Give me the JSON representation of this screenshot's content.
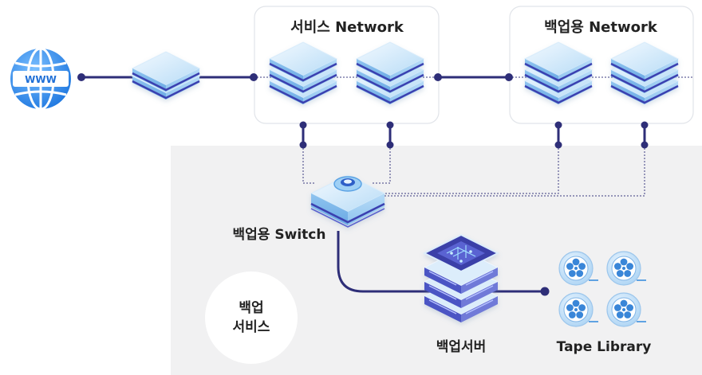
{
  "groups": {
    "service_network": "서비스 Network",
    "backup_network": "백업용 Network"
  },
  "labels": {
    "backup_switch": "백업용 Switch",
    "backup_server": "백업서버",
    "tape_library": "Tape Library",
    "backup_service_line1": "백업",
    "backup_service_line2": "서비스"
  },
  "internet_icon_text": "WWW",
  "colors": {
    "zone_background": "#f1f1f2",
    "line": "#2e2e78",
    "device_top": "#cfe8fb",
    "device_accent": "#3a3fb0",
    "globe": "#2d8ef0"
  }
}
